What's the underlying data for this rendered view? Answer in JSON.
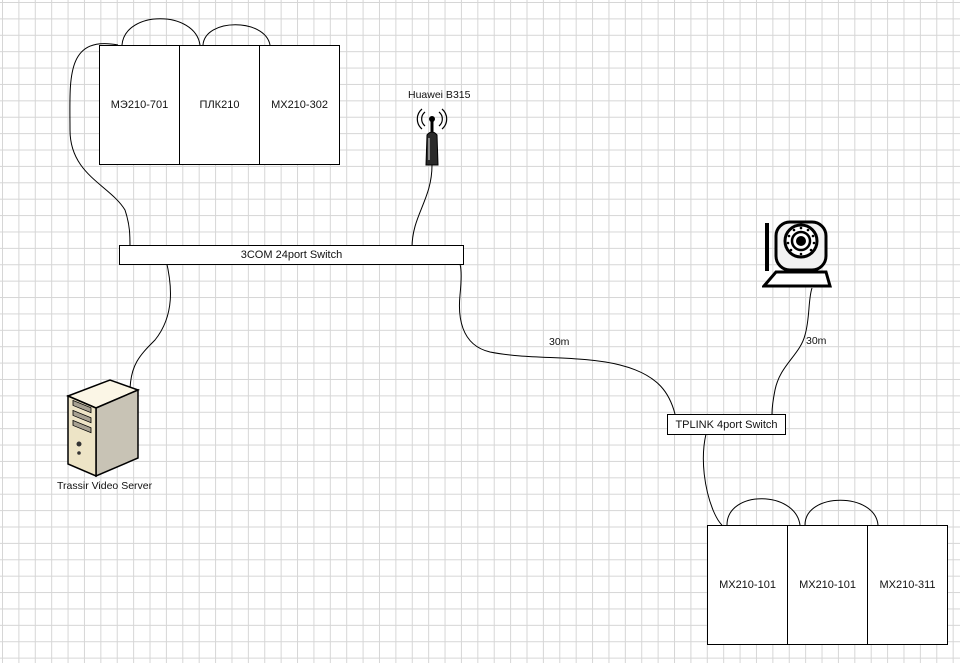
{
  "top_rack": {
    "modules": [
      "МЭ210-701",
      "ПЛК210",
      "МХ210-302"
    ]
  },
  "bottom_rack": {
    "modules": [
      "МХ210-101",
      "МХ210-101",
      "МХ210-311"
    ]
  },
  "devices": {
    "main_switch": "3COM 24port Switch",
    "small_switch": "TPLINK 4port Switch",
    "router": "Huawei B315",
    "server": "Trassir Video Server"
  },
  "links": {
    "switch_to_switch": "30m",
    "camera_to_switch": "30m"
  },
  "icons": {
    "router": "wifi-router-icon",
    "camera": "ip-camera-icon",
    "server": "server-tower-icon"
  }
}
